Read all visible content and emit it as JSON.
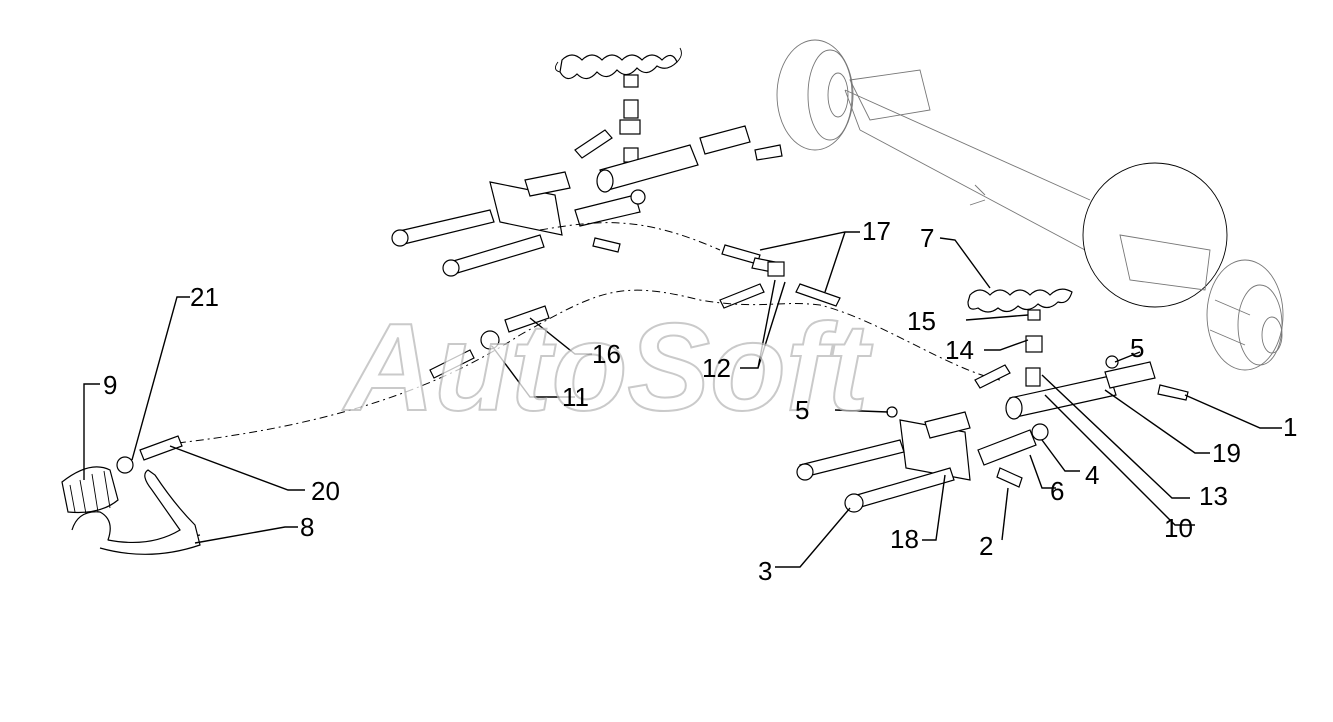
{
  "watermark": "AutoSoft",
  "callouts": [
    "1",
    "2",
    "3",
    "4",
    "5",
    "5",
    "5",
    "6",
    "7",
    "8",
    "9",
    "10",
    "11",
    "12",
    "13",
    "14",
    "15",
    "16",
    "17",
    "18",
    "19",
    "20",
    "21"
  ]
}
